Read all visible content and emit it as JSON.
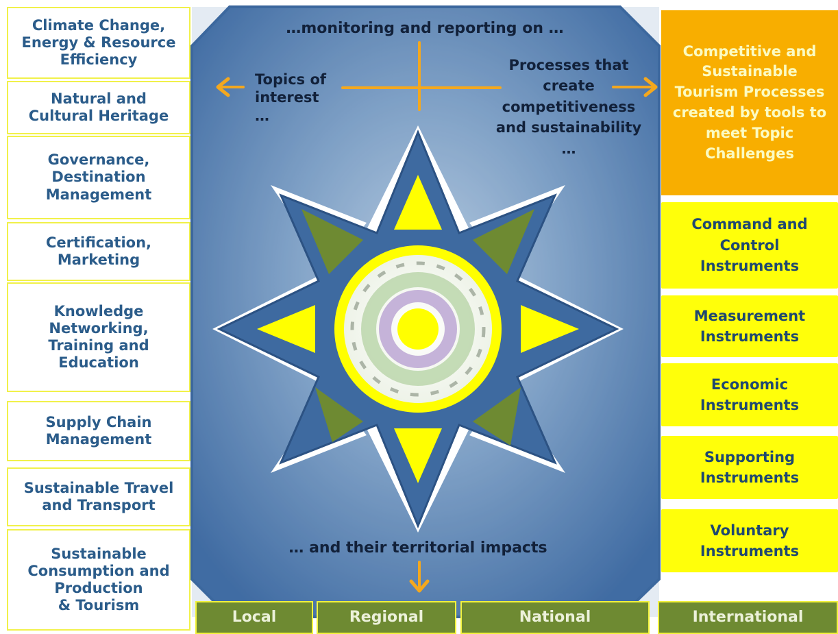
{
  "topics": [
    "Climate Change,\nEnergy & Resource\nEfficiency",
    "Natural and\nCultural Heritage",
    "Governance,\nDestination\nManagement",
    "Certification,\nMarketing",
    "Knowledge\nNetworking,\nTraining and\nEducation",
    "Supply Chain\nManagement",
    "Sustainable Travel\nand Transport",
    "Sustainable\nConsumption and\nProduction\n& Tourism"
  ],
  "center": {
    "top_label": "…monitoring and reporting on …",
    "topics_label": "Topics of\ninterest\n…",
    "processes_label": "Processes that\ncreate\ncompetitiveness\nand sustainability\n…",
    "bottom_label": "… and their territorial impacts"
  },
  "processes_box": "Competitive and\nSustainable\nTourism Processes\ncreated by tools to\nmeet Topic\nChallenges",
  "instruments": [
    "Command and\nControl\nInstruments",
    "Measurement\nInstruments",
    "Economic\nInstruments",
    "Supporting\nInstruments",
    "Voluntary\nInstruments"
  ],
  "levels": [
    "Local",
    "Regional",
    "National",
    "International"
  ],
  "colors": {
    "panel_blue": "#4a77ad",
    "arrow_orange": "#f4a81e",
    "star_yellow": "#ffff00",
    "star_green": "#6e8a32",
    "process_orange": "#f8ae00"
  }
}
